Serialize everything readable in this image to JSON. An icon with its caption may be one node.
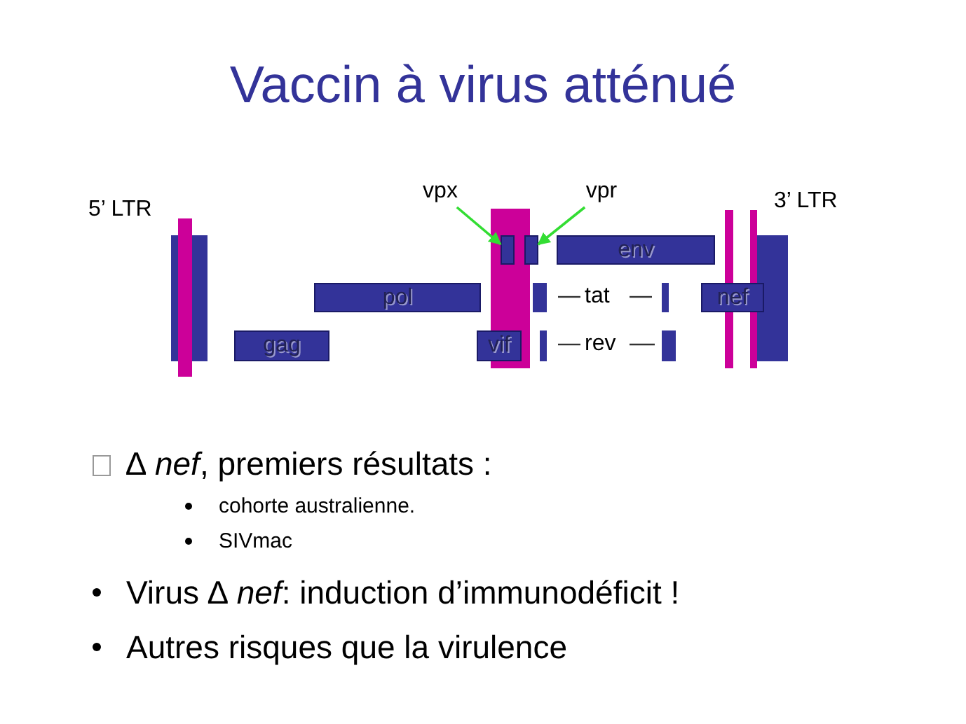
{
  "diagram": {
    "title": "Vaccin à virus atténué",
    "nodes": [
      {
        "text": [
          "vpx"
        ]
      },
      {
        "text": [
          "vpr"
        ]
      },
      {
        "text": [
          "gag"
        ]
      },
      {
        "text": [
          "pol"
        ]
      },
      {
        "text": [
          "vif"
        ]
      },
      {
        "text": [],
        "shape": "box"
      },
      {
        "text": [],
        "shape": "box"
      },
      {
        "text": [
          "env"
        ]
      },
      {
        "text": [
          "nef"
        ]
      }
    ],
    "edges": [
      {
        "from": 0,
        "to": 5,
        "arrow": "to"
      },
      {
        "from": 1,
        "to": 6,
        "arrow": "to"
      }
    ],
    "labels": [
      "5’ LTR",
      "3’ LTR",
      "tat",
      "rev",
      "∆ *nef*, premiers résultats :",
      "cohorte australienne.",
      "SIVmac",
      "Virus ∆ *nef*: induction d’immunodéficit !",
      "Autres risques que la virulence"
    ]
  }
}
